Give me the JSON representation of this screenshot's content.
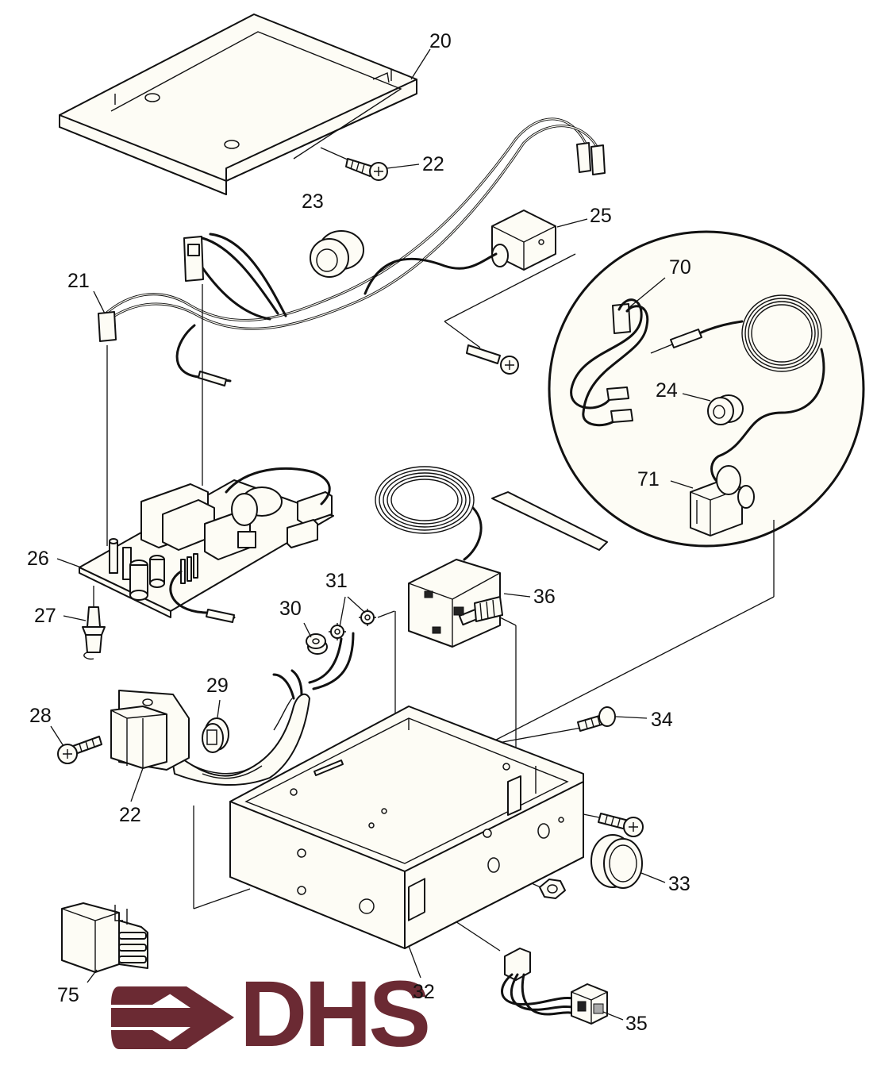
{
  "diagram": {
    "callouts": {
      "c20": "20",
      "c22_screw": "22",
      "c23": "23",
      "c25": "25",
      "c21": "21",
      "c70": "70",
      "c24": "24",
      "c71": "71",
      "c26": "26",
      "c27": "27",
      "c30": "30",
      "c31": "31",
      "c36": "36",
      "c29": "29",
      "c28": "28",
      "c22_bracket": "22",
      "c34": "34",
      "c33": "33",
      "c32": "32",
      "c35": "35",
      "c75": "75"
    },
    "logo": {
      "text": "DHS",
      "color": "#6b2a33"
    },
    "colors": {
      "line": "#111111",
      "paper": "#fdfcf5"
    }
  }
}
